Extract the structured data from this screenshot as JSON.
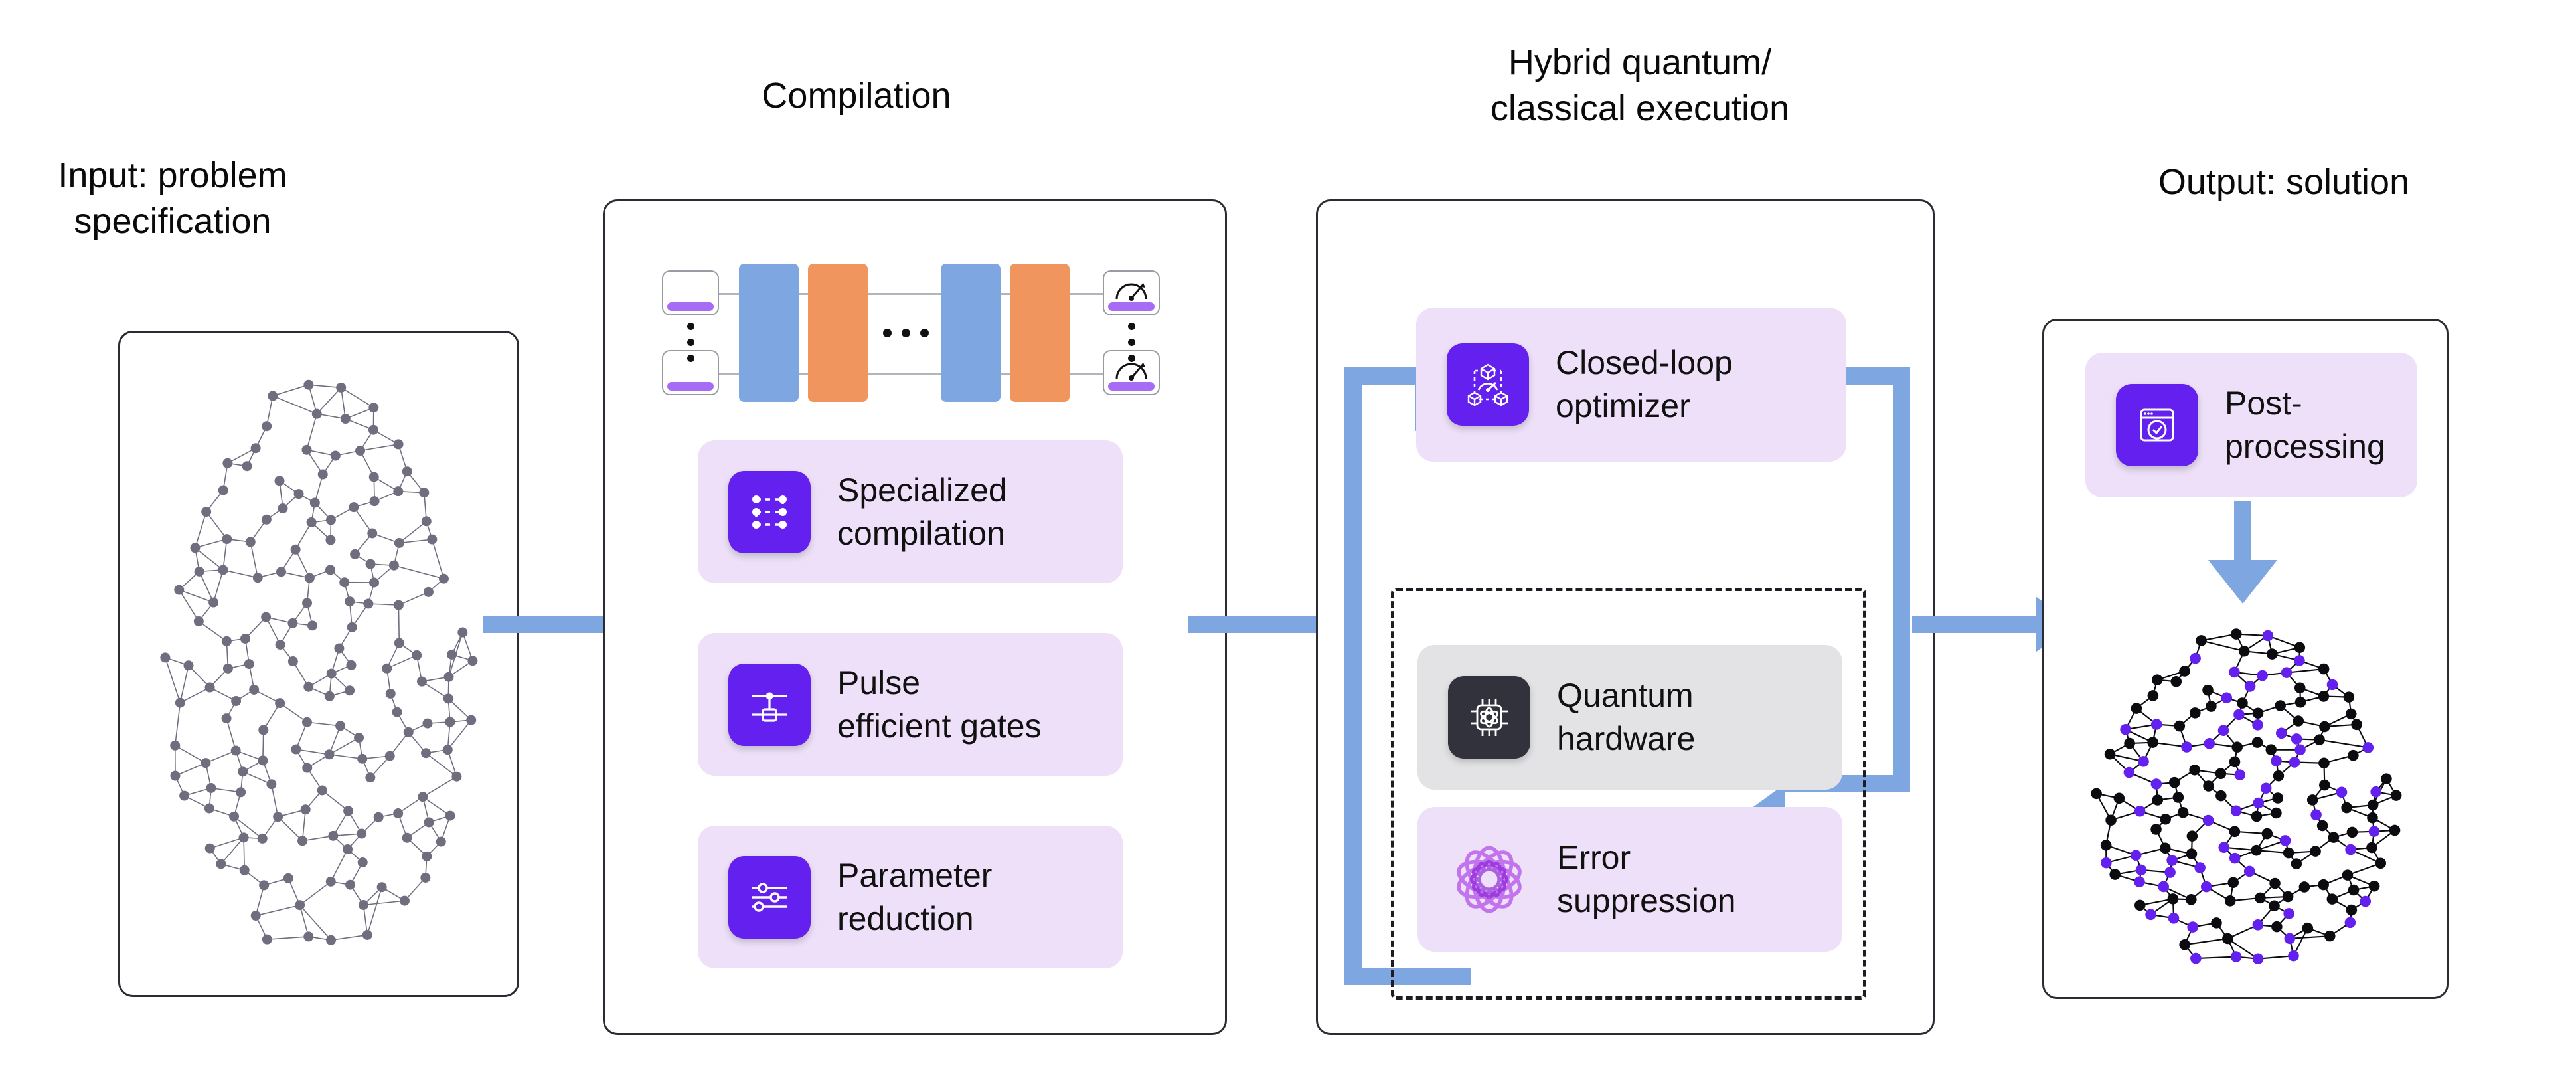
{
  "sections": {
    "input": {
      "title": "Input: problem\nspecification"
    },
    "compilation": {
      "title": "Compilation"
    },
    "hybrid": {
      "title": "Hybrid quantum/\nclassical execution"
    },
    "output": {
      "title": "Output: solution"
    }
  },
  "compilation_cards": [
    {
      "label": "Specialized\ncompilation",
      "icon": "graph-nodes-icon",
      "tile_color": "#6320EE",
      "card_color": "#EDE0F8"
    },
    {
      "label": "Pulse\nefficient gates",
      "icon": "controlled-gate-icon",
      "tile_color": "#6320EE",
      "card_color": "#EDE0F8"
    },
    {
      "label": "Parameter\nreduction",
      "icon": "sliders-icon",
      "tile_color": "#6320EE",
      "card_color": "#EDE0F8"
    }
  ],
  "hybrid_cards": [
    {
      "label": "Closed-loop\noptimizer",
      "icon": "cubes-gauge-icon",
      "tile_color": "#6320EE",
      "card_color": "#EDE0F8"
    },
    {
      "label": "Quantum\nhardware",
      "icon": "quantum-chip-icon",
      "tile_color": "#32323C",
      "card_color": "#E3E3E6"
    },
    {
      "label": "Error\nsuppression",
      "icon": "rosette-icon",
      "tile_color": "transparent",
      "card_color": "#EDE0F8"
    }
  ],
  "output_cards": [
    {
      "label": "Post-\nprocessing",
      "icon": "window-check-icon",
      "tile_color": "#6320EE",
      "card_color": "#EDE0F8"
    }
  ],
  "circuit": {
    "state_prep_boxes": 2,
    "measurement_boxes": 2,
    "gate_sequence": [
      "blue",
      "orange",
      "ellipsis",
      "blue",
      "orange"
    ],
    "ellipsis": "•••",
    "qubit_ellipsis": "⋮",
    "colors": {
      "blue_gate": "#7EA6E0",
      "orange_gate": "#F0955E",
      "purple_bar": "#A86BF5"
    }
  },
  "graphs": {
    "input": {
      "node_color": "#6E6E7E",
      "edge_color": "#6E6E7E",
      "node_count": 160
    },
    "output": {
      "node_color_a": "#0B0B10",
      "node_color_b": "#6320EE",
      "edge_color": "#0B0B10",
      "node_count": 160
    }
  },
  "arrows": {
    "color": "#7EA6E0",
    "flow": [
      "input-to-compilation",
      "compilation-to-hybrid",
      "hybrid-to-output",
      "postprocessing-to-graph"
    ],
    "feedback_loop": [
      "hardware-to-optimizer",
      "optimizer-to-hardware"
    ]
  },
  "palette": {
    "accent_purple": "#6320EE",
    "lavender_card": "#EDE0F8",
    "gray_card": "#E3E3E6",
    "arrow_blue": "#7EA6E0",
    "gate_orange": "#F0955E",
    "panel_border": "#2b2b33",
    "text": "#0a0a0a"
  }
}
